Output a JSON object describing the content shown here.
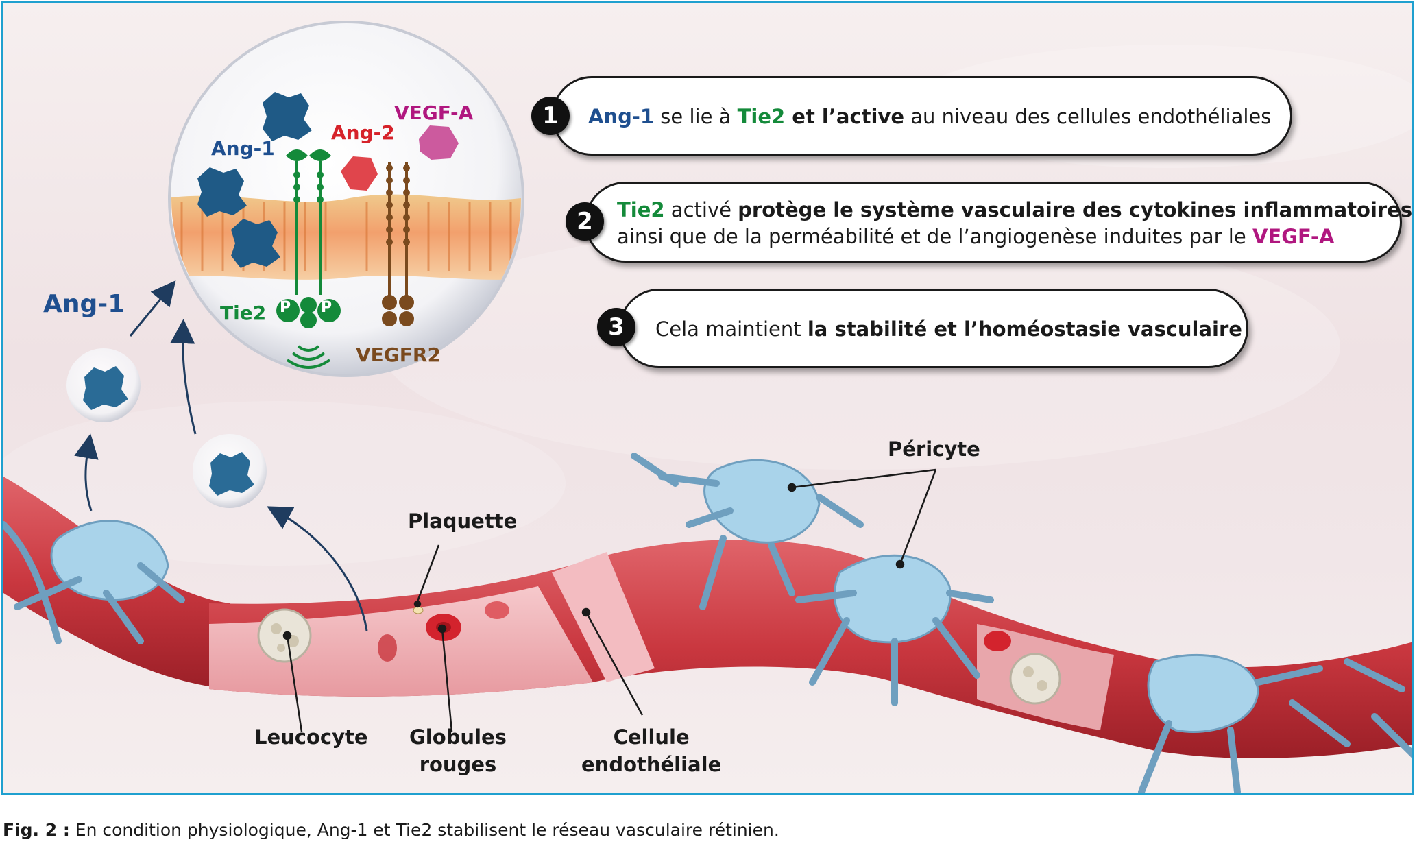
{
  "molecules": {
    "ang1": "Ang-1",
    "ang2": "Ang-2",
    "vegfa": "VEGF-A",
    "tie2": "Tie2",
    "vegfr2": "VEGFR2",
    "ang1_outside": "Ang-1",
    "phospho": "P"
  },
  "steps": [
    {
      "number": "1",
      "parts": [
        {
          "text": "Ang-1",
          "style": "blue"
        },
        {
          "text": " se lie à ",
          "style": "plain"
        },
        {
          "text": "Tie2",
          "style": "green"
        },
        {
          "text": " et l’active",
          "style": "bold"
        },
        {
          "text": " au niveau des cellules endothéliales",
          "style": "plain"
        }
      ]
    },
    {
      "number": "2",
      "line1": [
        {
          "text": "Tie2",
          "style": "green"
        },
        {
          "text": " activé ",
          "style": "plain"
        },
        {
          "text": "protège le système vasculaire des cytokines inflammatoires",
          "style": "bold"
        }
      ],
      "line2": [
        {
          "text": "ainsi que de la perméabilité et de l’angiogenèse induites par le ",
          "style": "plain"
        },
        {
          "text": "VEGF-A",
          "style": "magenta"
        }
      ]
    },
    {
      "number": "3",
      "parts": [
        {
          "text": "Cela maintient ",
          "style": "plain"
        },
        {
          "text": "la stabilité et l’homéostasie vasculaire",
          "style": "bold"
        }
      ]
    }
  ],
  "labels": {
    "pericyte": "Péricyte",
    "plaquette": "Plaquette",
    "leucocyte": "Leucocyte",
    "globules_line1": "Globules",
    "globules_line2": "rouges",
    "cellule_line1": "Cellule",
    "cellule_line2": "endothéliale"
  },
  "caption": {
    "prefix": "Fig. 2 :",
    "text": " En condition physiologique, Ang-1 et Tie2 stabilisent le réseau vasculaire rétinien."
  },
  "colors": {
    "frame": "#1fa0cf",
    "ang1": "#1f4f8f",
    "tie2": "#148a3a",
    "ang2": "#d6222a",
    "vegfa": "#b0177f",
    "vegfr2": "#7a4a1e",
    "vessel": "#c9373f",
    "pericyte": "#a9d3ea"
  }
}
